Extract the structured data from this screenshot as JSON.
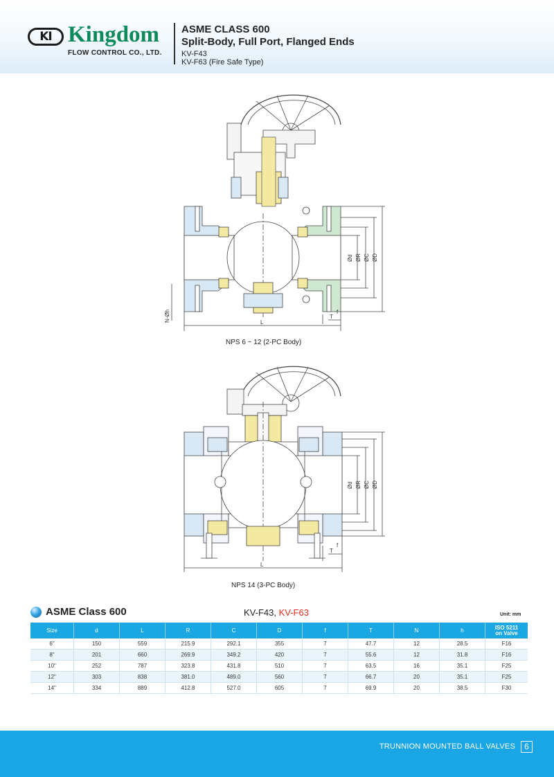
{
  "header": {
    "logo_badge": "KI",
    "logo_name": "Kingdom",
    "logo_sub": "FLOW CONTROL CO., LTD.",
    "title_line1": "ASME CLASS 600",
    "title_line2": "Split-Body, Full Port, Flanged Ends",
    "model_line1": "KV-F43",
    "model_line2": "KV-F63 (Fire Safe Type)"
  },
  "drawing1": {
    "caption": "NPS 6 ~ 12 (2-PC Body)",
    "labels": {
      "d": "Ød",
      "r": "ØR",
      "c": "ØC",
      "dd": "ØD",
      "l": "L",
      "t": "T",
      "f": "f",
      "nh": "N-Øh"
    }
  },
  "drawing2": {
    "caption": "NPS 14 (3-PC Body)",
    "labels": {
      "d": "Ød",
      "r": "ØR",
      "c": "ØC",
      "dd": "ØD",
      "l": "L",
      "t": "T",
      "f": "f"
    }
  },
  "section": {
    "title": "ASME Class 600",
    "model_a": "KV-F43, ",
    "model_b": "KV-F63",
    "unit": "Unit: mm"
  },
  "table": {
    "headers": [
      "Size",
      "d",
      "L",
      "R",
      "C",
      "D",
      "f",
      "T",
      "N",
      "h"
    ],
    "iso_header_line1": "ISO 5211",
    "iso_header_line2": "on Valve",
    "rows": [
      [
        "6\"",
        "150",
        "559",
        "215.9",
        "292.1",
        "355",
        "7",
        "47.7",
        "12",
        "28.5",
        "F16"
      ],
      [
        "8\"",
        "201",
        "660",
        "269.9",
        "349.2",
        "420",
        "7",
        "55.6",
        "12",
        "31.8",
        "F16"
      ],
      [
        "10\"",
        "252",
        "787",
        "323.8",
        "431.8",
        "510",
        "7",
        "63.5",
        "16",
        "35.1",
        "F25"
      ],
      [
        "12\"",
        "303",
        "838",
        "381.0",
        "489.0",
        "560",
        "7",
        "66.7",
        "20",
        "35.1",
        "F25"
      ],
      [
        "14\"",
        "334",
        "889",
        "412.8",
        "527.0",
        "605",
        "7",
        "69.9",
        "20",
        "38.5",
        "F30"
      ]
    ]
  },
  "footer": {
    "text": "TRUNNION MOUNTED BALL VALVES",
    "page": "6"
  },
  "colors": {
    "accent_blue": "#1aa6e4",
    "brand_green": "#0f8a5c",
    "body_fill": "#d8e8f4",
    "flange_fill": "#cfe8d2",
    "seat_fill": "#f3e9a0",
    "highlight_red": "#e32b1a"
  }
}
